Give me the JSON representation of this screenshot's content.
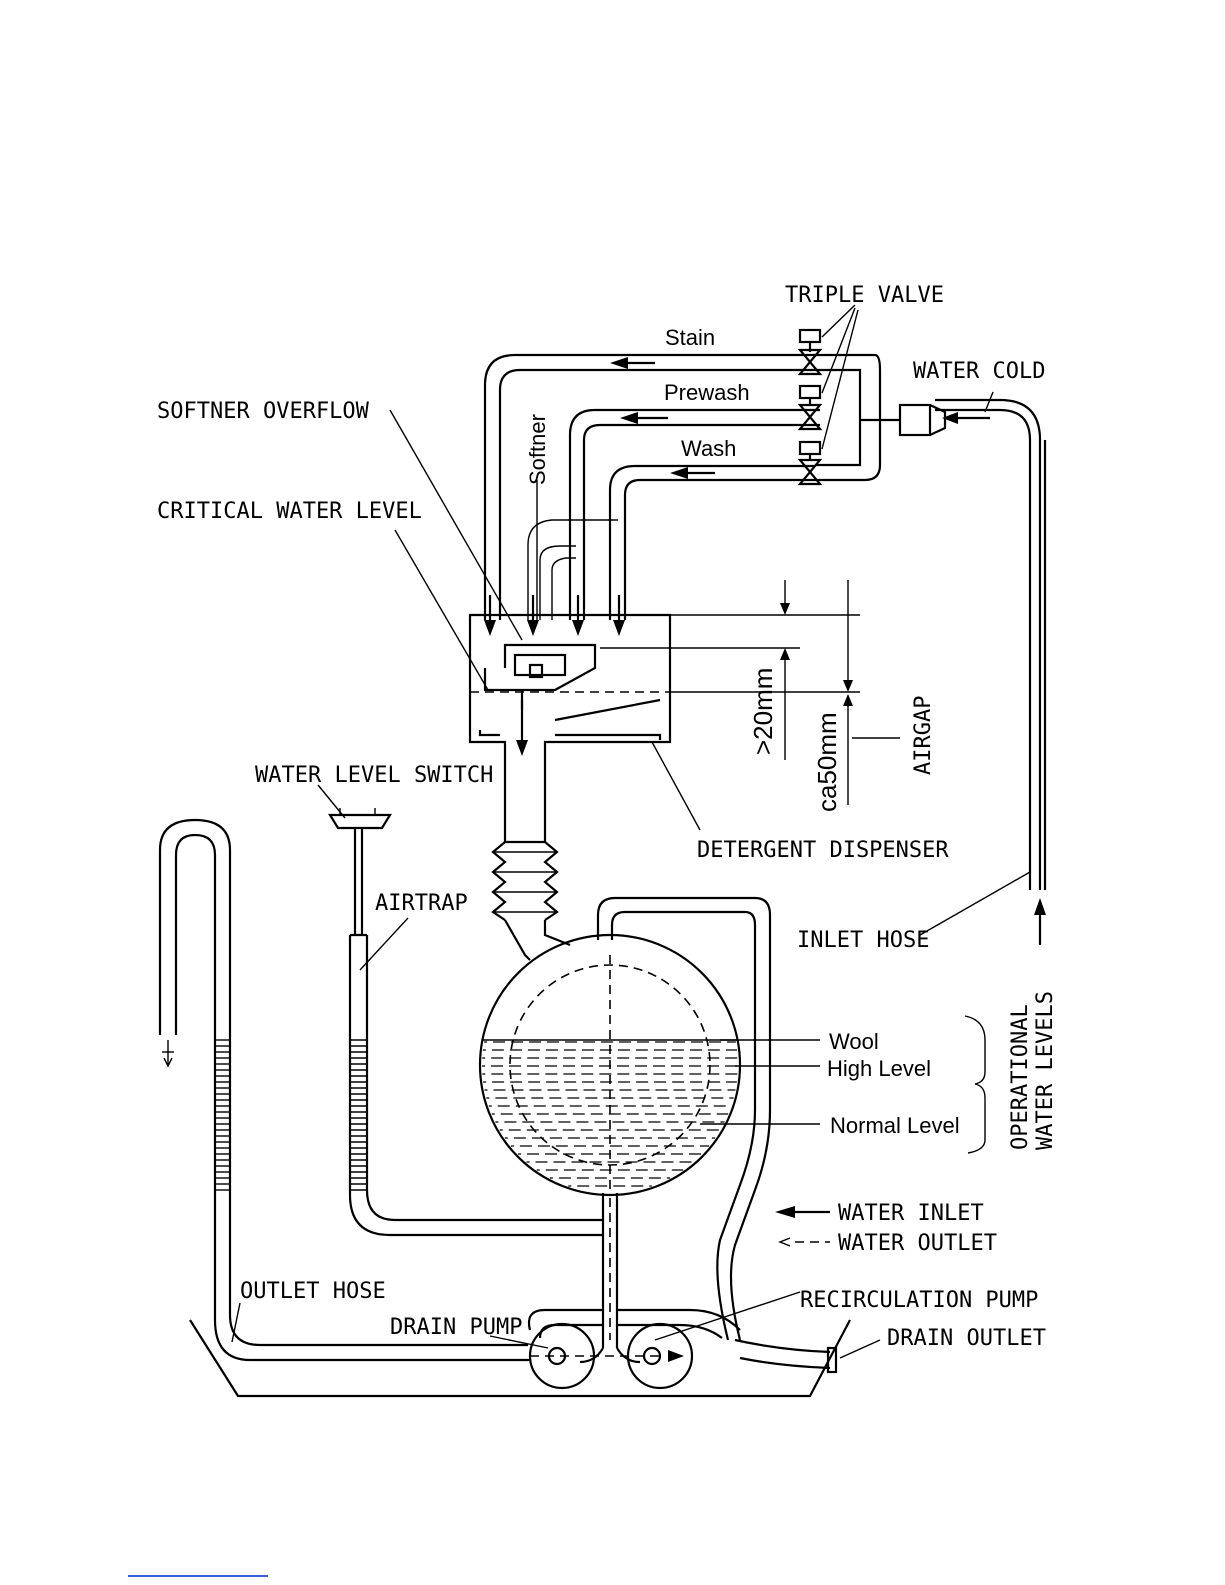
{
  "labels": {
    "triple_valve": "TRIPLE VALVE",
    "stain": "Stain",
    "prewash": "Prewash",
    "wash": "Wash",
    "water_cold": "WATER COLD",
    "softner_overflow": "SOFTNER OVERFLOW",
    "softner": "Softner",
    "critical_water_level": "CRITICAL WATER LEVEL",
    "gt20mm": ">20mm",
    "ca50mm": "ca50mm",
    "airgap": "AIRGAP",
    "water_level_switch": "WATER LEVEL SWITCH",
    "detergent_dispenser": "DETERGENT DISPENSER",
    "airtrap": "AIRTRAP",
    "inlet_hose": "INLET HOSE",
    "wool": "Wool",
    "high_level": "High Level",
    "normal_level": "Normal Level",
    "operational_water_levels_1": "OPERATIONAL",
    "operational_water_levels_2": "WATER LEVELS",
    "legend_water_inlet": "WATER INLET",
    "legend_water_outlet": "WATER OUTLET",
    "outlet_hose": "OUTLET HOSE",
    "drain_pump": "DRAIN PUMP",
    "recirculation_pump": "RECIRCULATION PUMP",
    "drain_outlet": "DRAIN OUTLET"
  },
  "colors": {
    "line": "#000000",
    "footer_rule": "#3b5bdb"
  }
}
